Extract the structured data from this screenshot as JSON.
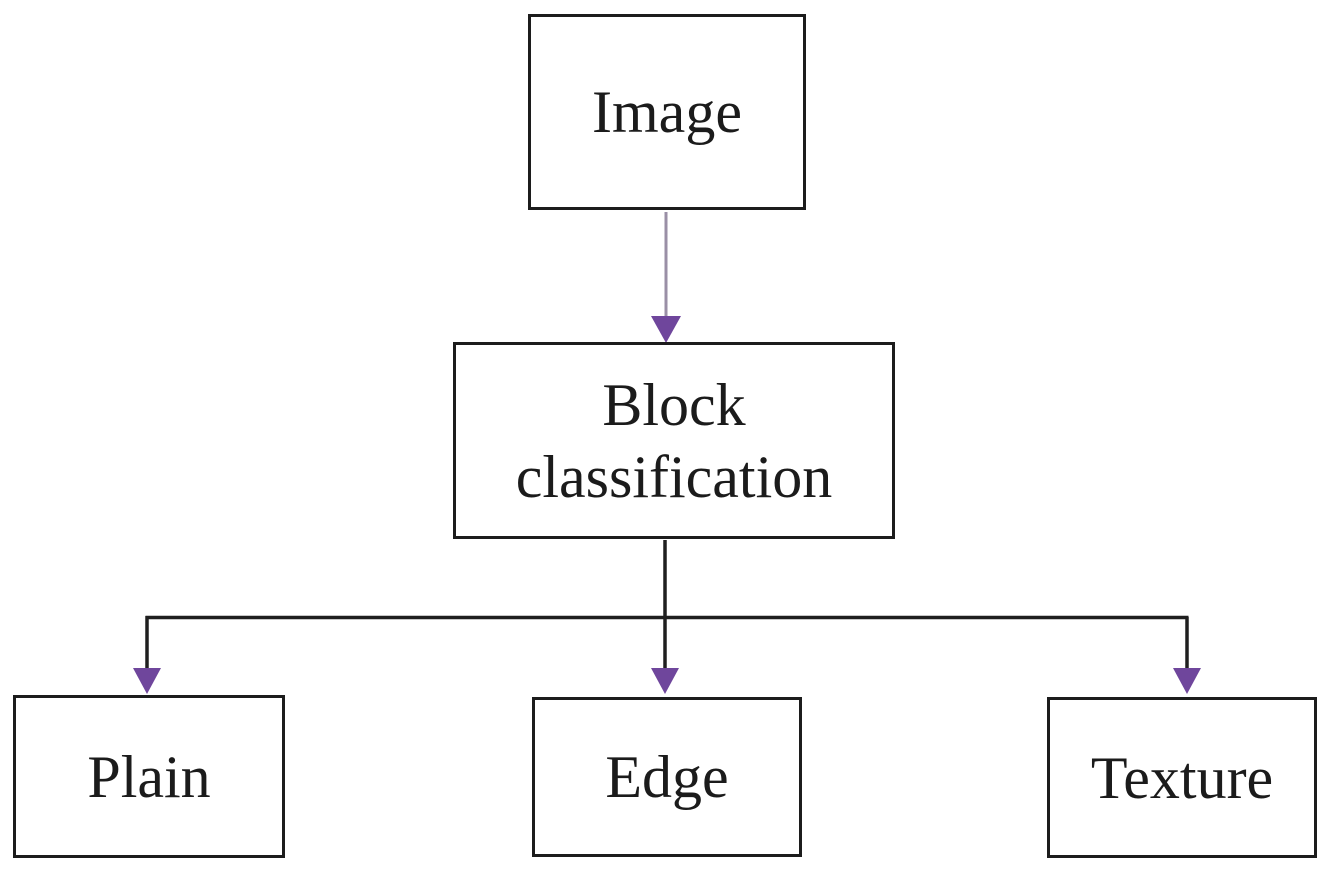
{
  "diagram": {
    "type": "flowchart",
    "background": "#ffffff",
    "line_color": "#1f1f1f",
    "stem_top_color": "#9a8fa6",
    "arrowhead_fill": "#6f469c",
    "arrowhead_edge": "#a07cc8",
    "box_border_color": "#1c1c1c",
    "text_color": "#1b1b1b",
    "nodes": [
      {
        "id": "image",
        "label": "Image"
      },
      {
        "id": "block-classification",
        "label": "Block classification"
      },
      {
        "id": "plain",
        "label": "Plain"
      },
      {
        "id": "edge",
        "label": "Edge"
      },
      {
        "id": "texture",
        "label": "Texture"
      }
    ],
    "edges": [
      {
        "from": "image",
        "to": "block-classification"
      },
      {
        "from": "block-classification",
        "to": "plain"
      },
      {
        "from": "block-classification",
        "to": "edge"
      },
      {
        "from": "block-classification",
        "to": "texture"
      }
    ]
  }
}
